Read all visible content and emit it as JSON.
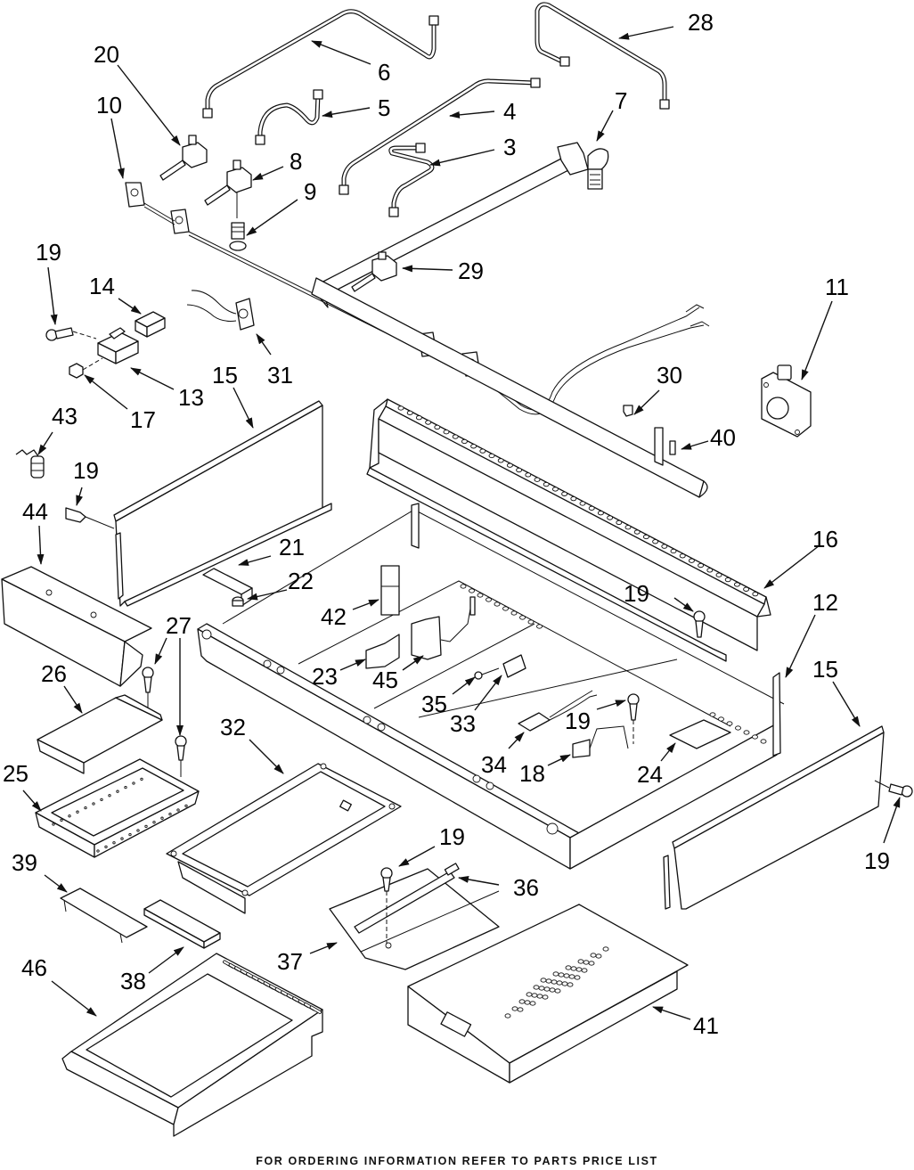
{
  "diagram": {
    "type": "exploded-parts-view",
    "footer_text": "FOR ORDERING INFORMATION REFER TO PARTS PRICE LIST",
    "callouts": [
      {
        "id": "c20",
        "label": "20",
        "part": "burner-valve"
      },
      {
        "id": "c10",
        "label": "10",
        "part": "igniter-switch-harness"
      },
      {
        "id": "c6",
        "label": "6",
        "part": "gas-tube"
      },
      {
        "id": "c5",
        "label": "5",
        "part": "gas-tube"
      },
      {
        "id": "c8",
        "label": "8",
        "part": "burner-valve"
      },
      {
        "id": "c9",
        "label": "9",
        "part": "valve-fitting"
      },
      {
        "id": "c28",
        "label": "28",
        "part": "gas-tube"
      },
      {
        "id": "c7",
        "label": "7",
        "part": "manifold"
      },
      {
        "id": "c4",
        "label": "4",
        "part": "gas-tube"
      },
      {
        "id": "c3",
        "label": "3",
        "part": "gas-tube"
      },
      {
        "id": "c29",
        "label": "29",
        "part": "burner-valve"
      },
      {
        "id": "c19a",
        "label": "19",
        "part": "screw"
      },
      {
        "id": "c14",
        "label": "14",
        "part": "switch"
      },
      {
        "id": "c13",
        "label": "13",
        "part": "bracket"
      },
      {
        "id": "c17",
        "label": "17",
        "part": "nut"
      },
      {
        "id": "c31",
        "label": "31",
        "part": "igniter-switch"
      },
      {
        "id": "c11",
        "label": "11",
        "part": "pressure-regulator"
      },
      {
        "id": "c30",
        "label": "30",
        "part": "orifice"
      },
      {
        "id": "c40",
        "label": "40",
        "part": "electrode"
      },
      {
        "id": "c15a",
        "label": "15",
        "part": "side-panel"
      },
      {
        "id": "c43",
        "label": "43",
        "part": "spring-clip"
      },
      {
        "id": "c19b",
        "label": "19",
        "part": "screw"
      },
      {
        "id": "c44",
        "label": "44",
        "part": "front-trim"
      },
      {
        "id": "c21",
        "label": "21",
        "part": "bracket"
      },
      {
        "id": "c22",
        "label": "22",
        "part": "grommet"
      },
      {
        "id": "c16",
        "label": "16",
        "part": "burner-support"
      },
      {
        "id": "c19c",
        "label": "19",
        "part": "screw"
      },
      {
        "id": "c12",
        "label": "12",
        "part": "chassis"
      },
      {
        "id": "c15b",
        "label": "15",
        "part": "side-panel"
      },
      {
        "id": "c27",
        "label": "27",
        "part": "screw"
      },
      {
        "id": "c26",
        "label": "26",
        "part": "cover-plate"
      },
      {
        "id": "c42",
        "label": "42",
        "part": "bracket"
      },
      {
        "id": "c23",
        "label": "23",
        "part": "bracket"
      },
      {
        "id": "c45",
        "label": "45",
        "part": "thermostat"
      },
      {
        "id": "c35",
        "label": "35",
        "part": "screw"
      },
      {
        "id": "c33",
        "label": "33",
        "part": "switch"
      },
      {
        "id": "c19d",
        "label": "19",
        "part": "screw"
      },
      {
        "id": "c34",
        "label": "34",
        "part": "wire-harness"
      },
      {
        "id": "c18",
        "label": "18",
        "part": "bracket"
      },
      {
        "id": "c24",
        "label": "24",
        "part": "plate"
      },
      {
        "id": "c19e",
        "label": "19",
        "part": "screw"
      },
      {
        "id": "c25",
        "label": "25",
        "part": "grease-tray-frame"
      },
      {
        "id": "c32",
        "label": "32",
        "part": "burner-box"
      },
      {
        "id": "c39",
        "label": "39",
        "part": "clip"
      },
      {
        "id": "c19f",
        "label": "19",
        "part": "screw"
      },
      {
        "id": "c36",
        "label": "36",
        "part": "element"
      },
      {
        "id": "c37",
        "label": "37",
        "part": "heat-shield"
      },
      {
        "id": "c38",
        "label": "38",
        "part": "trim"
      },
      {
        "id": "c46",
        "label": "46",
        "part": "griddle-plate"
      },
      {
        "id": "c41",
        "label": "41",
        "part": "drip-tray"
      }
    ]
  }
}
